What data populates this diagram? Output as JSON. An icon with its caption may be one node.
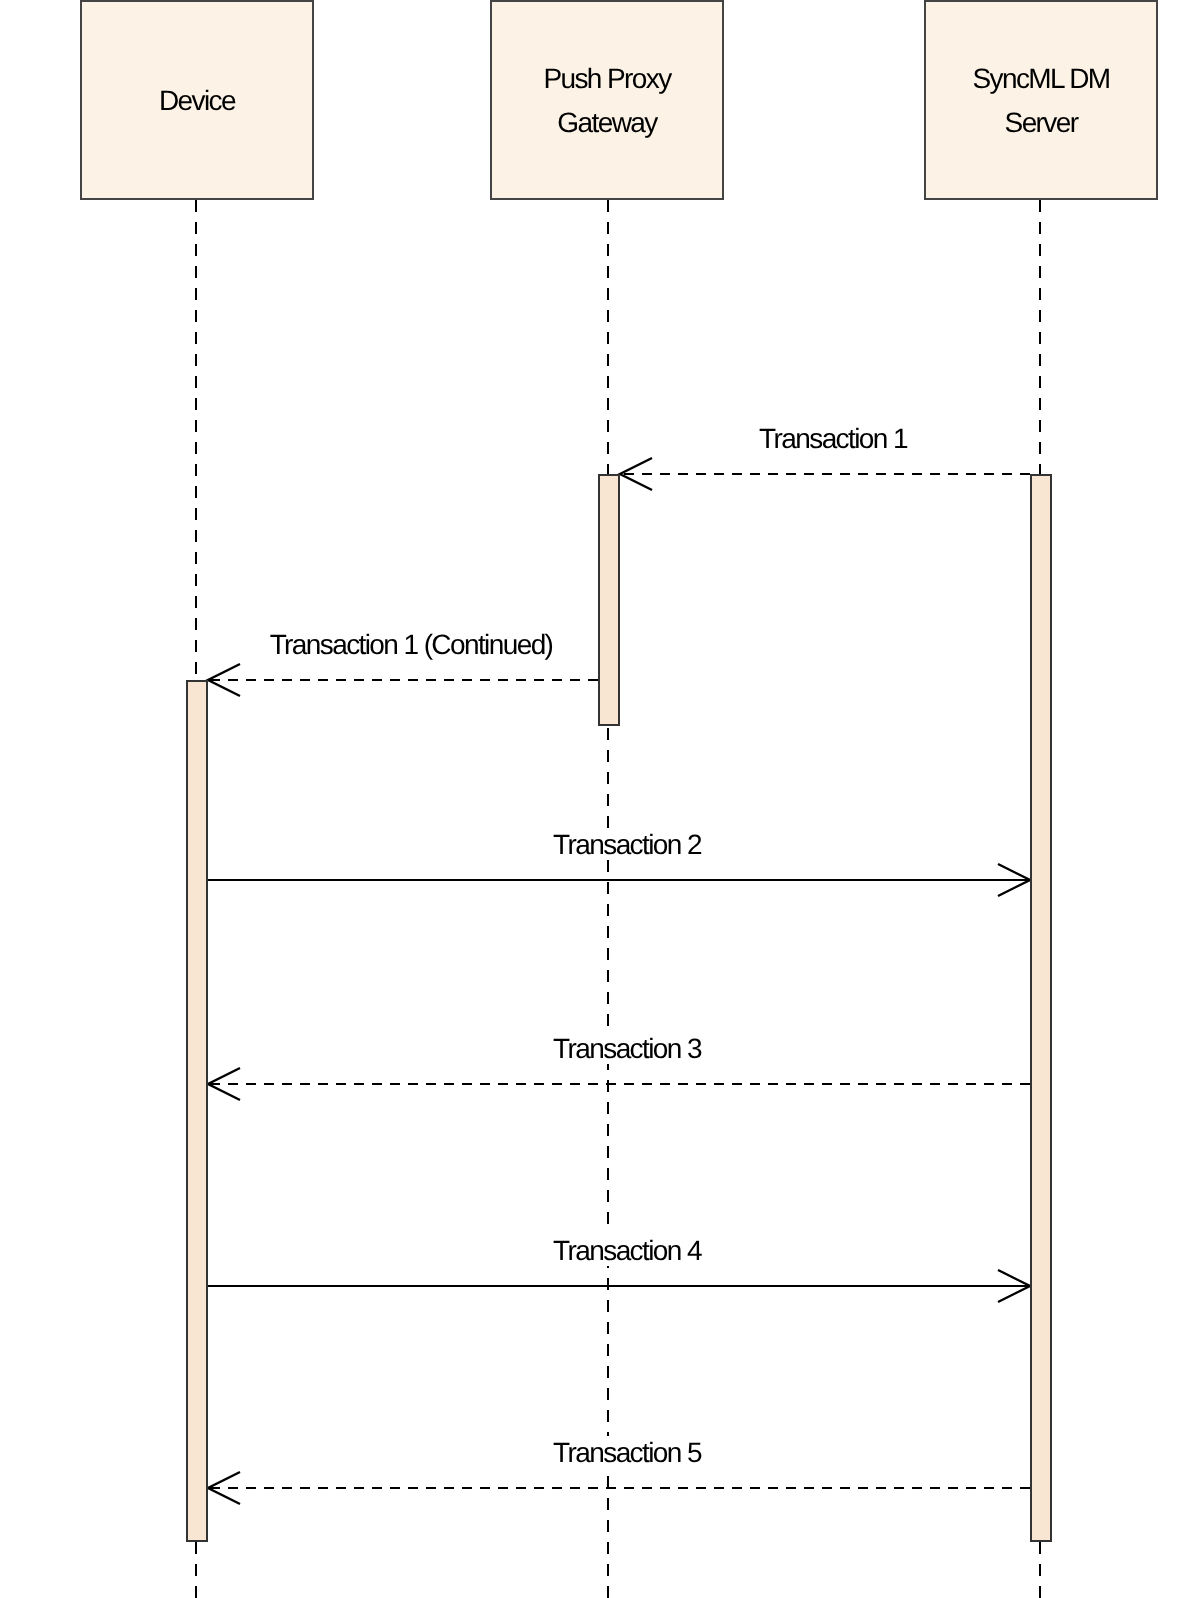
{
  "diagram": {
    "nodes": [
      {
        "text": [
          "Device"
        ]
      },
      {
        "text": [
          "Push Proxy Gateway"
        ]
      },
      {
        "text": [
          "SyncML DM Server"
        ]
      },
      {
        "text": [],
        "shape": "bar"
      },
      {
        "text": [],
        "shape": "bar"
      },
      {
        "text": [],
        "shape": "bar"
      }
    ],
    "edges": [
      {
        "from": 4,
        "to": 3,
        "arrow": "to",
        "label": "Transaction 1",
        "style": "dashed"
      },
      {
        "from": 3,
        "to": 5,
        "arrow": "to",
        "label": "Transaction 1 (Continued)",
        "style": "dashed"
      },
      {
        "from": 5,
        "to": 4,
        "arrow": "to",
        "label": "Transaction 2"
      },
      {
        "from": 4,
        "to": 5,
        "arrow": "to",
        "label": "Transaction 3",
        "style": "dashed"
      },
      {
        "from": 5,
        "to": 4,
        "arrow": "to",
        "label": "Transaction 4"
      },
      {
        "from": 4,
        "to": 5,
        "arrow": "to",
        "label": "Transaction 5",
        "style": "dashed"
      }
    ]
  }
}
